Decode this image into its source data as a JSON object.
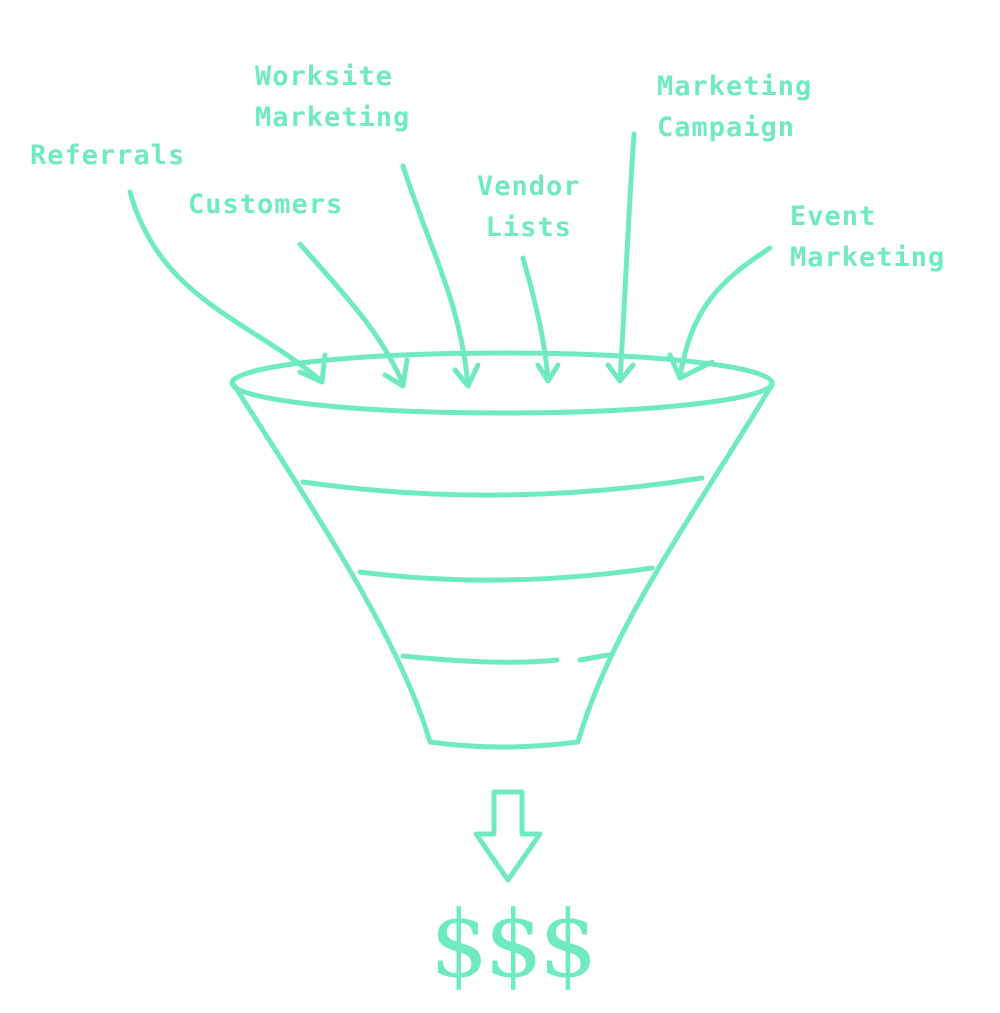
{
  "sources": [
    {
      "label": "Referrals"
    },
    {
      "label": "Customers"
    },
    {
      "label": "Worksite\nMarketing"
    },
    {
      "label": "Vendor\nLists"
    },
    {
      "label": "Marketing\nCampaign"
    },
    {
      "label": "Event\nMarketing"
    }
  ],
  "output": {
    "label": "$$$"
  },
  "colors": {
    "stroke": "#6feac3"
  }
}
